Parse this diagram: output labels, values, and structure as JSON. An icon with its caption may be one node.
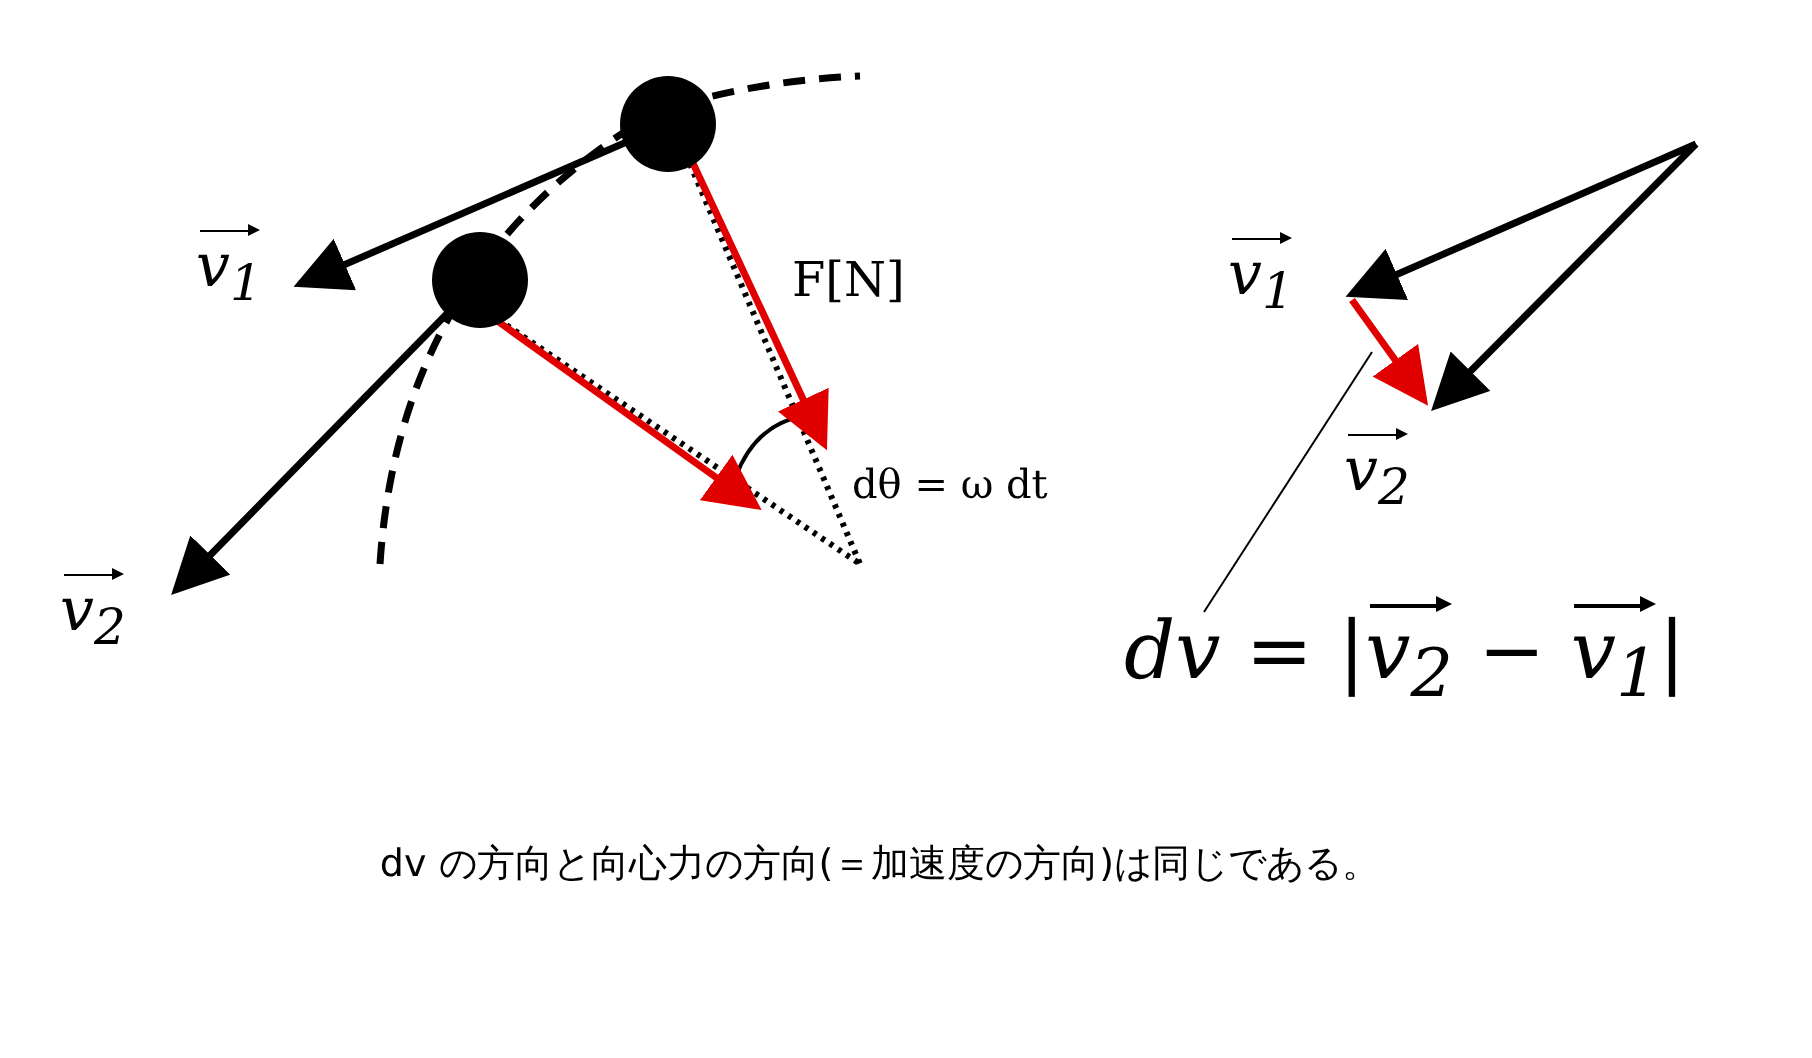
{
  "diagram": {
    "caption": "dv の方向と向心力の方向(＝加速度の方向)は同じである。",
    "nodes": [
      {
        "text": [
          "dv = |v$_{2}$ − v$_{1}$|"
        ]
      },
      {
        "text": [],
        "shape": "arrow"
      }
    ],
    "edges": [
      {
        "from": 0,
        "to": 1,
        "arrow": "none"
      }
    ],
    "labels": [
      "v$_{1}$",
      "v$_{2}$",
      "F[N]",
      "dθ = ω dt",
      "v$_{1}$",
      "v$_{2}$"
    ]
  }
}
